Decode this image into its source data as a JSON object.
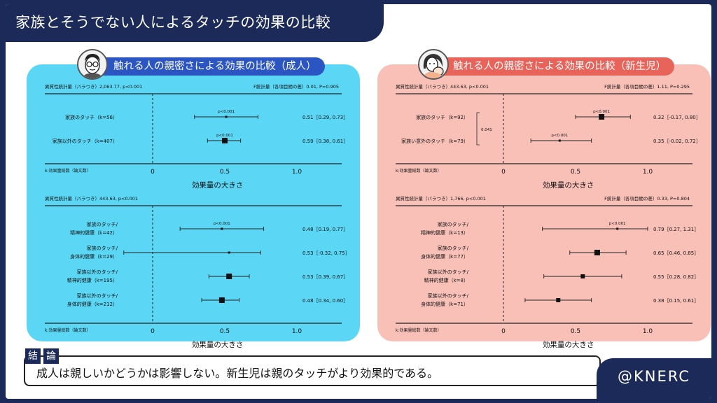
{
  "slide_title": "家族とそうでない人によるタッチの効果の比較",
  "panels": {
    "left": {
      "header": "触れる人の親密さによる効果の比較（成人）",
      "avatar_icon": "man-with-glasses-avatar",
      "bg": "#5bd7f5",
      "accent": "#2c55c4"
    },
    "right": {
      "header": "触れる人の親密さによる効果の比較（新生児）",
      "avatar_icon": "mother-holding-baby-avatar",
      "bg": "#f9c0b8",
      "accent": "#e8645a"
    }
  },
  "conclusion": {
    "tag1": "結",
    "tag2": "論",
    "text": "成人は親しいかどうかは影響しない。新生児は親のタッチがより効果的である。"
  },
  "brand": "@KNERC",
  "chart_data": [
    {
      "id": "adult-top",
      "type": "forest",
      "heterogeneity": "異質性統計量（バラつき）2,063.77, p<0.001",
      "f_stat": "F統計量（各項目間の差）0.01, P=0.905",
      "xlabel": "効果量の大きさ",
      "footnote": "k:効果量総数（論文数）",
      "xlim": [
        0,
        1
      ],
      "ticks": [
        0,
        0.5,
        1.0
      ],
      "tick_labels": [
        "0",
        "0.5",
        "1.0"
      ],
      "rows": [
        {
          "label1": "家族のタッチ（k=56）",
          "label2": "",
          "est": 0.51,
          "lo": 0.29,
          "hi": 0.73,
          "ci_text": "0.51［0.29, 0.73］",
          "p": "p<0.001",
          "size": 1
        },
        {
          "label1": "家族以外のタッチ（k=407）",
          "label2": "",
          "est": 0.5,
          "lo": 0.38,
          "hi": 0.61,
          "ci_text": "0.50［0.38, 0.61］",
          "p": "p<0.001",
          "size": 3
        }
      ]
    },
    {
      "id": "adult-bottom",
      "type": "forest",
      "heterogeneity": "異質性統計量（バラつき）443.63, p<0.001",
      "f_stat": "",
      "xlabel": "効果量の大きさ",
      "footnote": "k:効果量総数（論文数）",
      "xlim": [
        0,
        1
      ],
      "ticks": [
        0,
        0.5,
        1.0
      ],
      "tick_labels": [
        "0",
        "0.5",
        "1.0"
      ],
      "rows": [
        {
          "label1": "家族のタッチ/",
          "label2": "精神的健康（k=42）",
          "est": 0.48,
          "lo": 0.19,
          "hi": 0.77,
          "ci_text": "0.48［0.19, 0.77］",
          "p": "p<0.001",
          "size": 1
        },
        {
          "label1": "家族のタッチ/",
          "label2": "身体的健康（k=29）",
          "est": 0.53,
          "lo": -0.32,
          "hi": 0.75,
          "ci_text": "0.53［-0.32, 0.75］",
          "p": "",
          "size": 1
        },
        {
          "label1": "家族以外のタッチ/",
          "label2": "精神的健康（k=195）",
          "est": 0.53,
          "lo": 0.39,
          "hi": 0.67,
          "ci_text": "0.53［0.39, 0.67］",
          "p": "",
          "size": 3
        },
        {
          "label1": "家族以外のタッチ/",
          "label2": "身体的健康（k=212）",
          "est": 0.48,
          "lo": 0.34,
          "hi": 0.6,
          "ci_text": "0.48［0.34, 0.60］",
          "p": "",
          "size": 3
        }
      ]
    },
    {
      "id": "infant-top",
      "type": "forest",
      "heterogeneity": "異質性統計量（バラつき）443.63, p<0.001",
      "f_stat": "F統計量（各項目間の差）1.11, P=0.295",
      "xlabel": "効果量の大きさ",
      "footnote": "k:効果量総数（論文数）",
      "xlim": [
        0,
        1
      ],
      "ticks": [
        0,
        0.5,
        1.0
      ],
      "tick_labels": [
        "0",
        "0.5",
        "1.0"
      ],
      "bracket_label": "0.041",
      "rows": [
        {
          "label1": "家族のタッチ（k=92）",
          "label2": "",
          "est": 0.68,
          "lo": 0.5,
          "hi": 0.88,
          "ci_text": "0.32［-0.17, 0.80］",
          "p": "p<0.001",
          "size": 3
        },
        {
          "label1": "家族い意外のタッチ（k=79）",
          "label2": "",
          "est": 0.39,
          "lo": 0.19,
          "hi": 0.61,
          "ci_text": "0.35［-0.02, 0.72］",
          "p": "p<0.001",
          "size": 1
        }
      ]
    },
    {
      "id": "infant-bottom",
      "type": "forest",
      "heterogeneity": "異質性統計量（バラつき）1,766, p<0.001",
      "f_stat": "F統計量（各項目間の差）0.33, P=0.804",
      "xlabel": "効果量の大きさ",
      "footnote": "k:効果量総数（論文数）",
      "xlim": [
        0,
        1
      ],
      "ticks": [
        0,
        0.5,
        1.0
      ],
      "tick_labels": [
        "0",
        "0.5",
        "1.0"
      ],
      "rows": [
        {
          "label1": "家族のタッチ/",
          "label2": "精神的健康（k=13）",
          "est": 0.79,
          "lo": 0.27,
          "hi": 1.0,
          "ci_text": "0.79［0.27, 1.31］",
          "p": "p<0.001",
          "size": 1
        },
        {
          "label1": "家族のタッチ/",
          "label2": "身体的健康（k=77）",
          "est": 0.65,
          "lo": 0.46,
          "hi": 0.85,
          "ci_text": "0.65［0.46, 0.85］",
          "p": "",
          "size": 3
        },
        {
          "label1": "家族以外のタッチ/",
          "label2": "精神的健康（k=8）",
          "est": 0.55,
          "lo": 0.28,
          "hi": 0.82,
          "ci_text": "0.55［0.28, 0.82］",
          "p": "",
          "size": 2
        },
        {
          "label1": "家族以外のタッチ/",
          "label2": "身体的健康（k=71）",
          "est": 0.38,
          "lo": 0.15,
          "hi": 0.61,
          "ci_text": "0.38［0.15, 0.61］",
          "p": "",
          "size": 2
        }
      ]
    }
  ]
}
